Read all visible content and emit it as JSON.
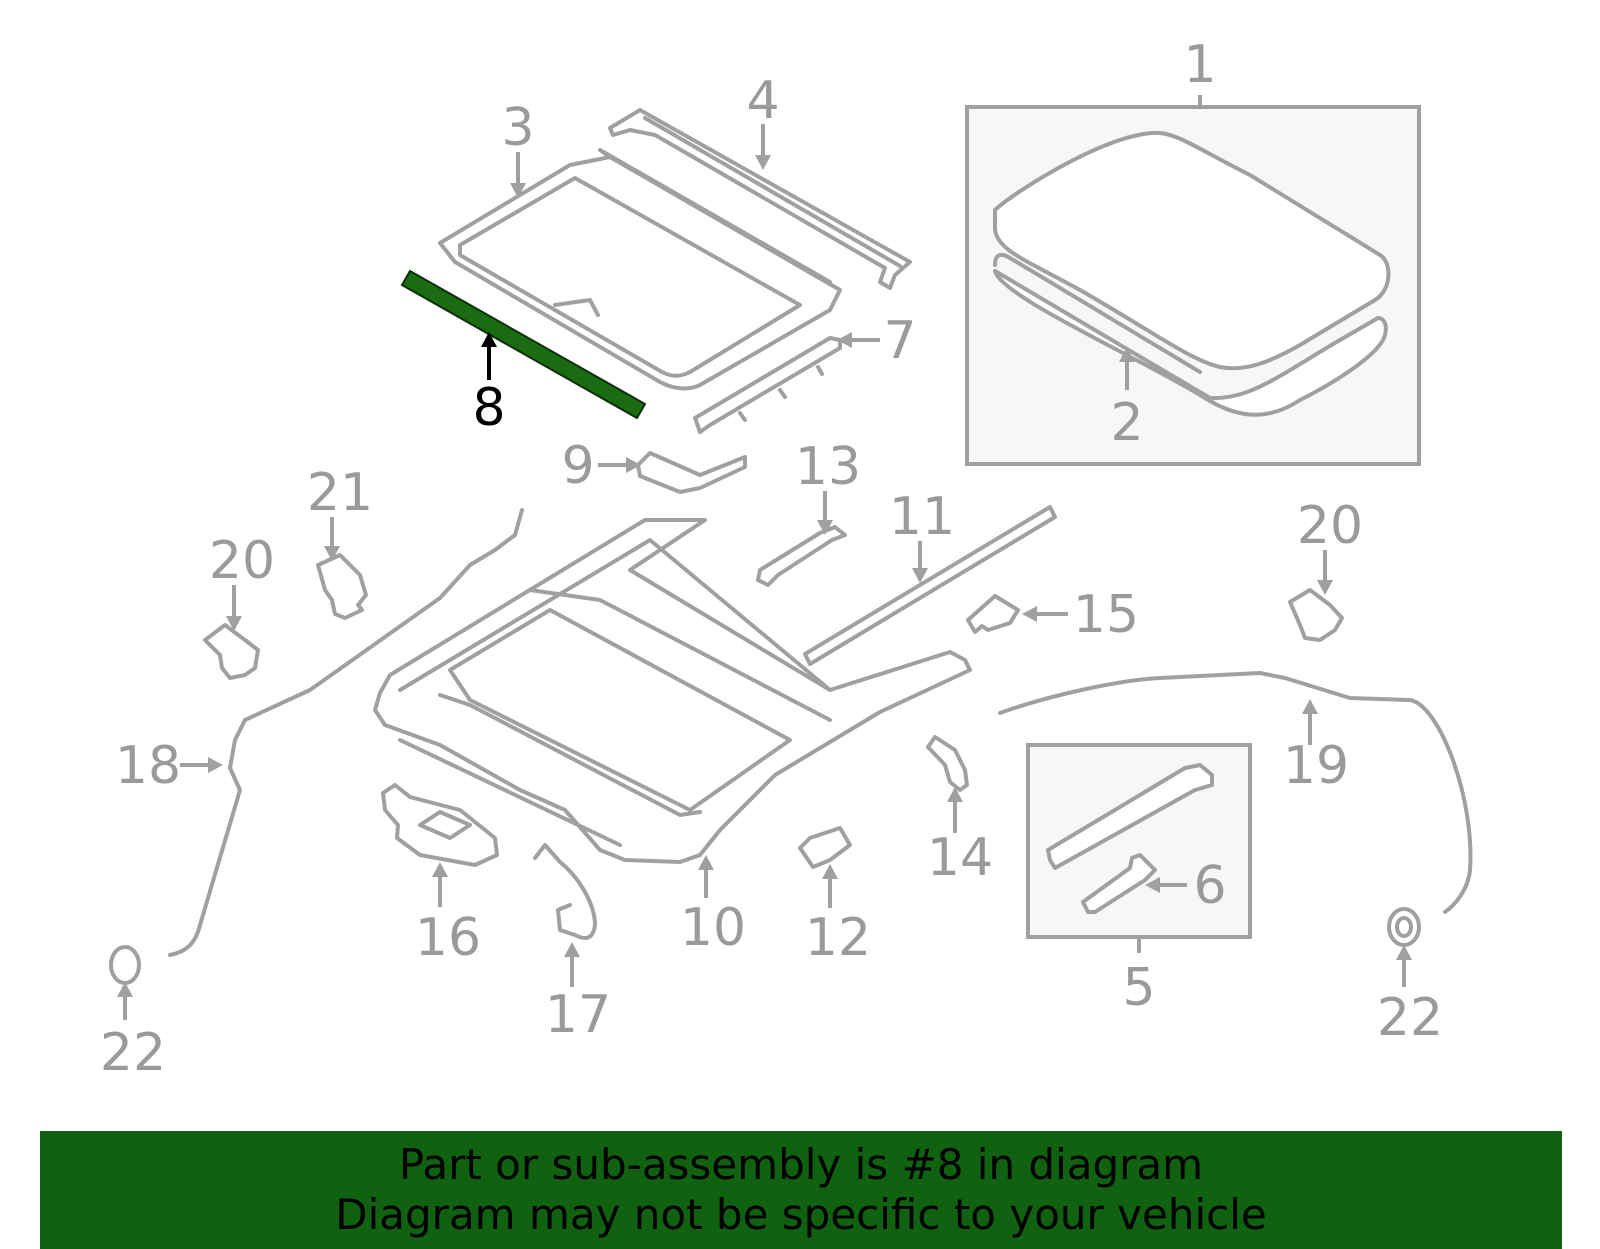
{
  "callouts": [
    "1",
    "2",
    "3",
    "4",
    "7",
    "8",
    "9",
    "13",
    "11",
    "21",
    "20",
    "20",
    "15",
    "18",
    "19",
    "14",
    "6",
    "16",
    "10",
    "12",
    "17",
    "5",
    "22",
    "22"
  ],
  "highlighted_part": "8",
  "colors": {
    "highlight": "#1a6b12",
    "banner": "#116210",
    "line": "#a0a0a0",
    "label": "#9a9a9a"
  },
  "banner": {
    "line1": "Part or sub-assembly is #8 in diagram",
    "line2": "Diagram may not be specific to your vehicle"
  }
}
